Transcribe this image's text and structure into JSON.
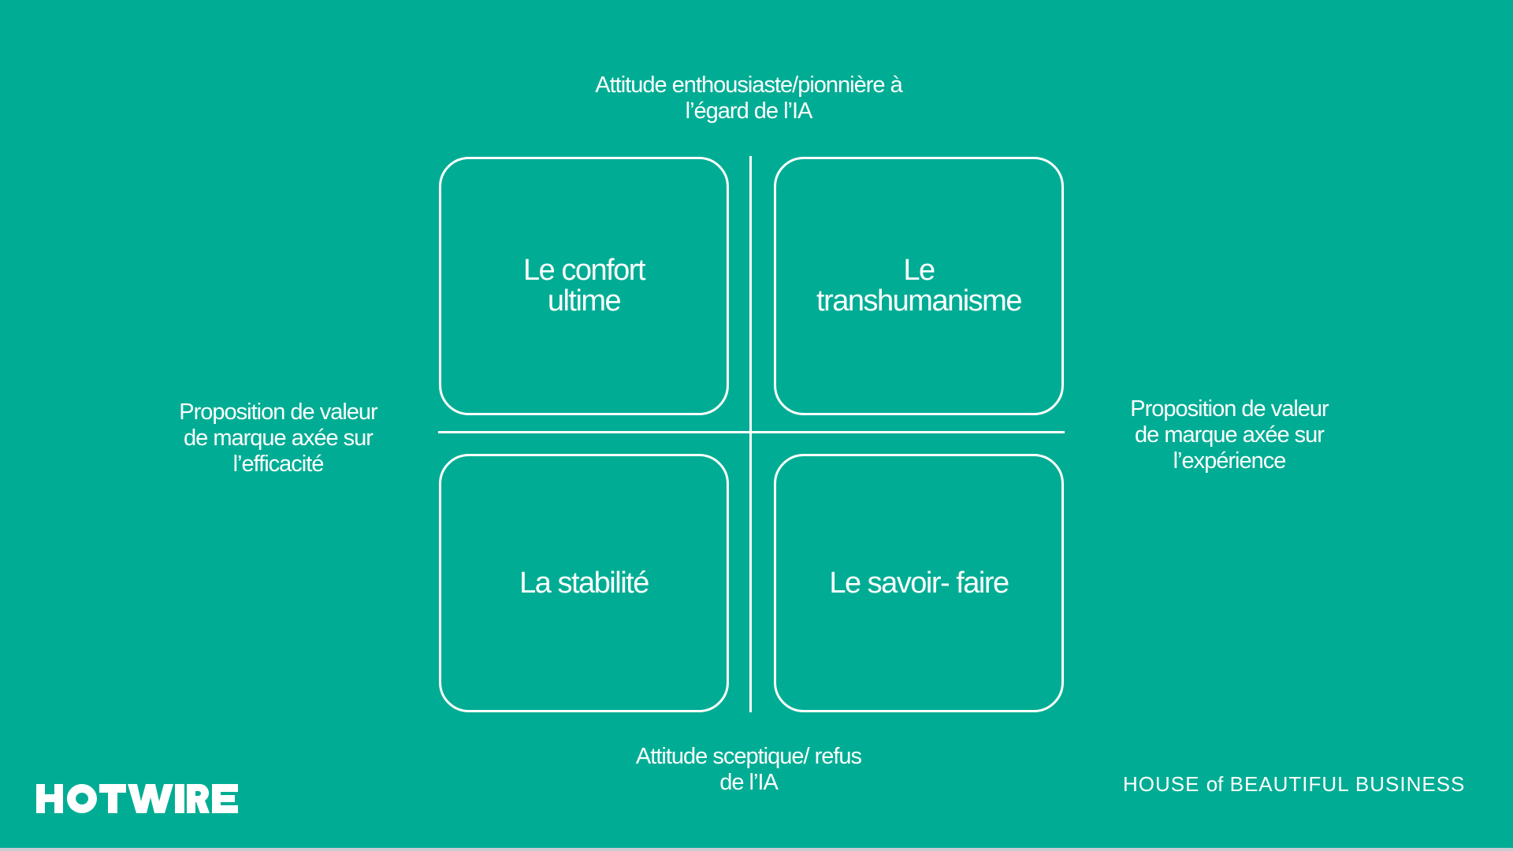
{
  "axes": {
    "top": [
      "Attitude enthousiaste/pionnière à",
      "l’égard de l’IA"
    ],
    "bottom": [
      "Attitude sceptique/ refus",
      "de l’IA"
    ],
    "left": [
      "Proposition de valeur",
      "de marque axée sur",
      "l’efficacité"
    ],
    "right": [
      "Proposition de valeur",
      "de marque axée sur",
      "l’expérience"
    ]
  },
  "quadrants": {
    "top_left": [
      "Le confort",
      "ultime"
    ],
    "top_right": [
      "Le",
      "transhumanisme"
    ],
    "bottom_left": [
      "La stabilité"
    ],
    "bottom_right": [
      "Le savoir- faire"
    ]
  },
  "footer": {
    "logo_left": "HOTWIRE",
    "brand_right_a": "HOUSE",
    "brand_right_of": "of",
    "brand_right_b": "BEAUTIFUL BUSINESS"
  },
  "colors": {
    "background": "#00AD94",
    "foreground": "#FFFFFF"
  }
}
